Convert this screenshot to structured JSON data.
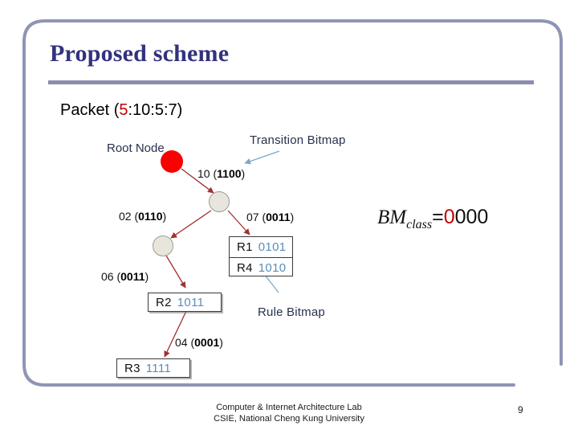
{
  "slide": {
    "title": "Proposed scheme",
    "title_color": "#32327d",
    "rule_color": "#8a8fb0",
    "frame_color": "#9094b4",
    "accent_red": "#c00000",
    "bitmap_blue": "#5b8db8",
    "callout_navy": "#27314f",
    "page_number": "9"
  },
  "packet": {
    "prefix": "Packet (",
    "highlight": "5",
    "rest": ":10:5:7)"
  },
  "diagram": {
    "root_label": "Root Node",
    "callouts": [
      {
        "name": "transition-bitmap",
        "text": "Transition Bitmap"
      },
      {
        "name": "rule-bitmap",
        "text": "Rule Bitmap"
      }
    ],
    "edges": [
      {
        "name": "edge-10",
        "value": "10",
        "bitmap": "1100"
      },
      {
        "name": "edge-02",
        "value": "02",
        "bitmap": "0110"
      },
      {
        "name": "edge-07",
        "value": "07",
        "bitmap": "0011"
      },
      {
        "name": "edge-06",
        "value": "06",
        "bitmap": "0011"
      },
      {
        "name": "edge-04",
        "value": "04",
        "bitmap": "0001"
      }
    ],
    "rules": [
      {
        "name": "rule-r1",
        "label": "R1",
        "bitmap": "0101"
      },
      {
        "name": "rule-r4",
        "label": "R4",
        "bitmap": "1010"
      },
      {
        "name": "rule-r2",
        "label": "R2",
        "bitmap": "1011"
      },
      {
        "name": "rule-r3",
        "label": "R3",
        "bitmap": "1111"
      }
    ],
    "nodes": [
      {
        "name": "root-node",
        "color": "#fb0000"
      },
      {
        "name": "internal-node-1",
        "color": "#e8e6dc"
      },
      {
        "name": "internal-node-2",
        "color": "#e8e6dc"
      }
    ],
    "formula": {
      "name": "BM",
      "subscript": "class",
      "equals": "=",
      "highlight_bit": "0",
      "rest_bits": "000"
    }
  },
  "footer": {
    "line1": "Computer & Internet Architecture Lab",
    "line2": "CSIE, National Cheng Kung University"
  }
}
